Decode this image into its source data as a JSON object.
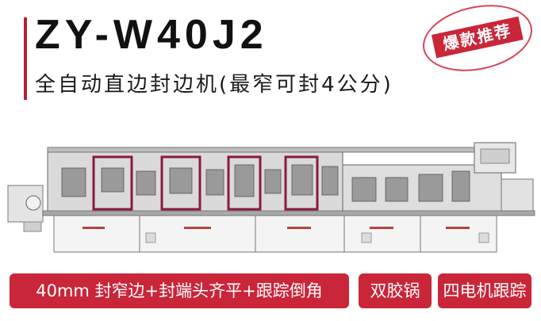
{
  "header": {
    "model": "ZY-W40J2",
    "subtitle": "全自动直边封边机(最窄可封4公分)"
  },
  "stamp": {
    "text": "爆款推荐"
  },
  "features": [
    {
      "label": "40mm 封窄边+封端头齐平+跟踪倒角"
    },
    {
      "label": "双胶锅"
    },
    {
      "label": "四电机跟踪"
    }
  ],
  "colors": {
    "accent": "#c9263a",
    "machine_frame": "#8a1a44",
    "machine_body": "#d9d9d9",
    "text": "#111111"
  },
  "image": {
    "subject": "edge-banding-machine-drawing"
  }
}
